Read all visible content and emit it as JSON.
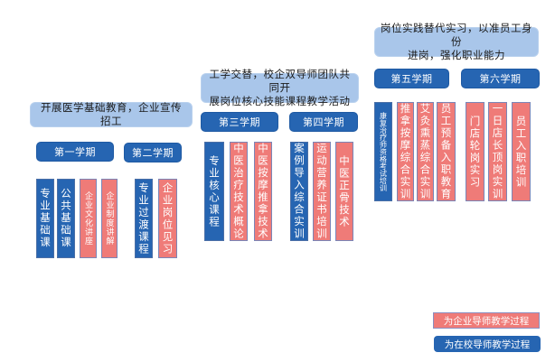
{
  "stages": [
    {
      "banner": "开展医学基础教育，企业宣传招工",
      "terms": [
        {
          "label": "第一学期",
          "courses": [
            {
              "text": "专业基础课",
              "type": "school"
            },
            {
              "text": "公共基础课",
              "type": "school"
            },
            {
              "text": "企业文化讲座",
              "type": "enterprise"
            },
            {
              "text": "企业制度讲解",
              "type": "enterprise"
            }
          ]
        },
        {
          "label": "第二学期",
          "courses": [
            {
              "text": "专业过渡课程",
              "type": "school"
            },
            {
              "text": "企业岗位见习",
              "type": "enterprise"
            }
          ]
        }
      ]
    },
    {
      "banner_line1": "工学交替，校企双导师团队共同开",
      "banner_line2": "展岗位核心技能课程教学活动",
      "terms": [
        {
          "label": "第三学期",
          "courses": [
            {
              "text": "专业核心课程",
              "type": "school"
            },
            {
              "text": "中医治疗技术概论",
              "type": "enterprise"
            },
            {
              "text": "中医按摩推拿技术",
              "type": "enterprise"
            }
          ]
        },
        {
          "label": "第四学期",
          "courses": [
            {
              "text": "案例导入综合实训",
              "type": "school"
            },
            {
              "text": "运动营养证书培训",
              "type": "enterprise"
            },
            {
              "text": "中医正骨技术",
              "type": "enterprise"
            }
          ]
        }
      ]
    },
    {
      "banner_line1": "岗位实践替代实习，以准员工身份",
      "banner_line2": "进岗，强化职业能力",
      "terms": [
        {
          "label": "第五学期",
          "courses": [
            {
              "text": "康复治疗师资格考试培训",
              "type": "school"
            },
            {
              "text": "推拿按摩综合实训",
              "type": "enterprise"
            },
            {
              "text": "艾灸熏蒸综合实训",
              "type": "enterprise"
            },
            {
              "text": "员工预备入职教育",
              "type": "enterprise"
            }
          ]
        },
        {
          "label": "第六学期",
          "courses": [
            {
              "text": "门店轮岗实习",
              "type": "enterprise"
            },
            {
              "text": "一日店长顶岗实训",
              "type": "enterprise"
            },
            {
              "text": "员工入职培训",
              "type": "enterprise"
            }
          ]
        }
      ]
    }
  ],
  "legend": {
    "enterprise": "为企业导师教学过程",
    "school": "为在校导师教学过程"
  },
  "colors": {
    "banner": "#a9c6ea",
    "term": "#2665b2",
    "school": "#2665b2",
    "enterprise": "#ef7b78"
  }
}
